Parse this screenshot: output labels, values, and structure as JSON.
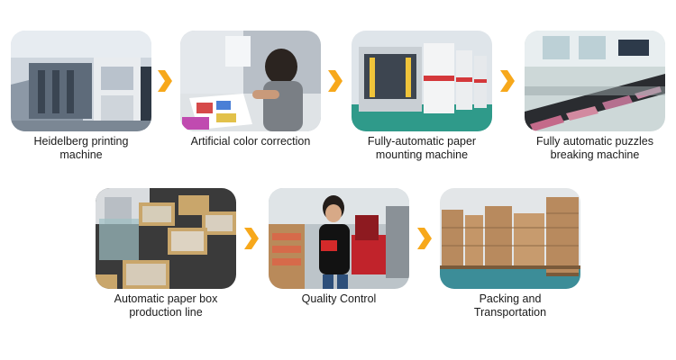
{
  "colors": {
    "arrow": "#f7a81b",
    "caption": "#1a1a1a",
    "background": "#ffffff"
  },
  "steps": [
    {
      "label": "Heidelberg printing\nmachine",
      "icon": "printing-press-photo"
    },
    {
      "label": "Artificial color correction",
      "icon": "color-correction-photo"
    },
    {
      "label": "Fully-automatic paper\nmounting machine",
      "icon": "mounting-machine-photo"
    },
    {
      "label": "Fully automatic puzzles\nbreaking machine",
      "icon": "puzzle-breaking-photo"
    },
    {
      "label": "Automatic paper box\nproduction line",
      "icon": "box-production-photo"
    },
    {
      "label": "Quality Control",
      "icon": "quality-control-photo"
    },
    {
      "label": "Packing and\nTransportation",
      "icon": "packing-photo"
    }
  ],
  "arrows": [
    "chevron-right-icon",
    "chevron-right-icon",
    "chevron-right-icon",
    "chevron-right-icon",
    "chevron-right-icon"
  ]
}
